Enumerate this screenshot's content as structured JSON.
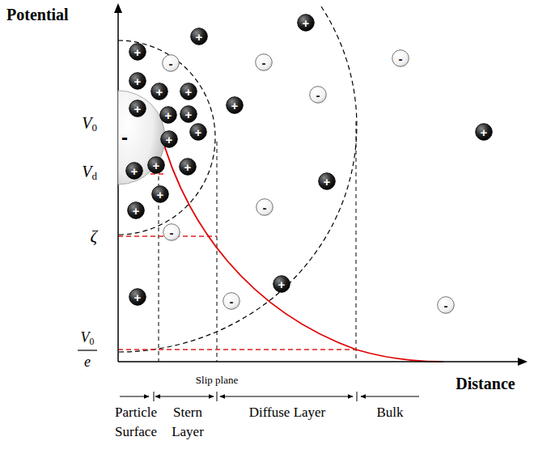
{
  "diagram": {
    "nodes": [
      {
        "text": [
          "-"
        ]
      },
      {
        "text": [
          "+"
        ]
      },
      {
        "text": [
          "+"
        ]
      },
      {
        "text": [
          "+"
        ]
      },
      {
        "text": [
          "-"
        ]
      },
      {
        "text": [
          "-"
        ]
      },
      {
        "text": [
          "-"
        ]
      },
      {
        "text": [
          "+"
        ]
      },
      {
        "text": [
          "+"
        ]
      },
      {
        "text": [
          "+"
        ]
      },
      {
        "text": [
          "-"
        ]
      },
      {
        "text": [
          "+"
        ]
      },
      {
        "text": [
          "+"
        ]
      },
      {
        "text": [
          "+"
        ]
      },
      {
        "text": [
          "+"
        ]
      },
      {
        "text": [
          "+"
        ]
      },
      {
        "text": [
          "+"
        ]
      },
      {
        "text": [
          "+"
        ]
      },
      {
        "text": [
          "+"
        ]
      },
      {
        "text": [
          "+"
        ]
      },
      {
        "text": [
          "+"
        ]
      },
      {
        "text": [
          "+"
        ]
      },
      {
        "text": [
          "+"
        ]
      },
      {
        "text": [
          "-"
        ]
      },
      {
        "text": [
          "+"
        ]
      },
      {
        "text": [
          "-"
        ]
      },
      {
        "text": [
          "+"
        ]
      },
      {
        "text": [
          "+"
        ]
      },
      {
        "text": [
          "-"
        ]
      },
      {
        "text": [
          "-"
        ]
      }
    ],
    "labels": [
      "Potential",
      "V0",
      "Vd",
      "ζ",
      "V0",
      "e",
      "Distance",
      "Slip plane",
      "Particle Surface",
      "Stern Layer",
      "Diffuse Layer",
      "Bulk"
    ]
  }
}
